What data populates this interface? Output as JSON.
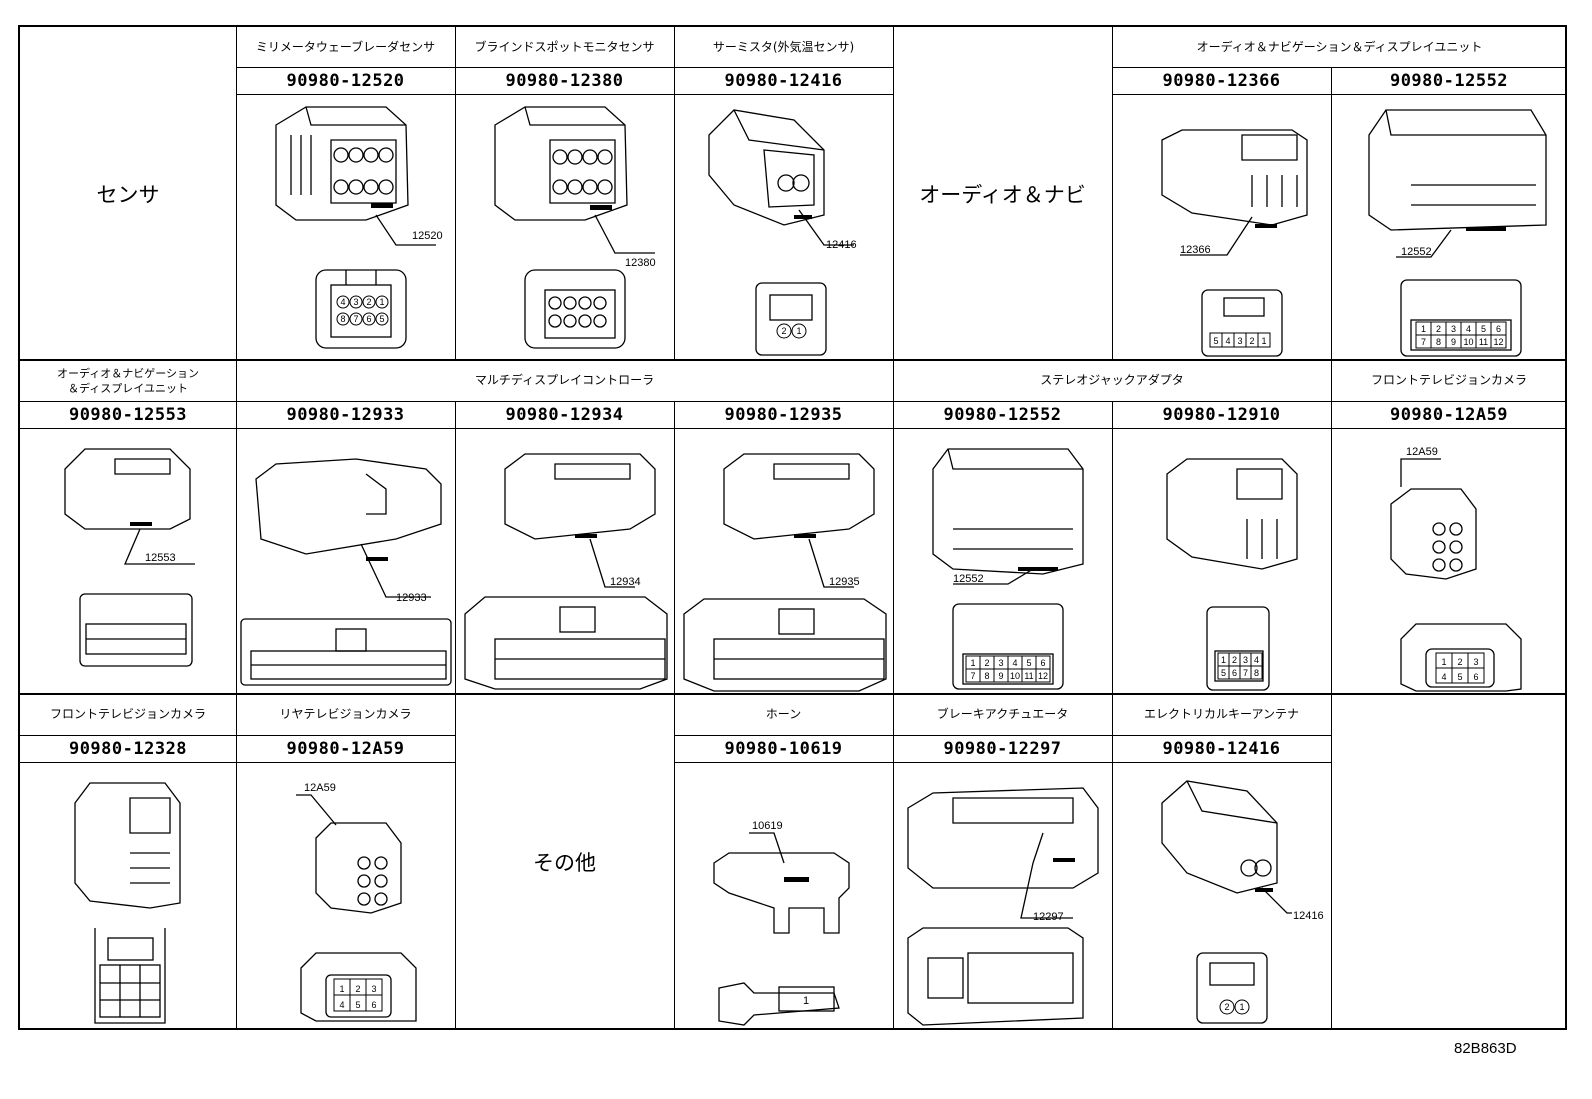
{
  "figure_id": "82B863D",
  "categories": {
    "sensor": "センサ",
    "audio_navi": "オーディオ＆ナビ",
    "other": "その他"
  },
  "row1": [
    {
      "title": "ミリメータウェーブレーダセンサ",
      "part": "90980-12520",
      "code": "12520",
      "pins_top": [
        "4",
        "3",
        "2",
        "1"
      ],
      "pins_bottom": [
        "8",
        "7",
        "6",
        "5"
      ]
    },
    {
      "title": "ブラインドスポットモニタセンサ",
      "part": "90980-12380",
      "code": "12380"
    },
    {
      "title": "サーミスタ(外気温センサ)",
      "part": "90980-12416",
      "code": "12416",
      "pins": [
        "2",
        "1"
      ]
    },
    {
      "title": "オーディオ＆ナビゲーション＆ディスプレイユニット",
      "parts": [
        {
          "part": "90980-12366",
          "code": "12366",
          "pins": [
            "5",
            "4",
            "3",
            "2",
            "1"
          ]
        },
        {
          "part": "90980-12552",
          "code": "12552",
          "pins_top": [
            "1",
            "2",
            "3",
            "4",
            "5",
            "6"
          ],
          "pins_bottom": [
            "7",
            "8",
            "9",
            "10",
            "11",
            "12"
          ]
        }
      ]
    }
  ],
  "row2": [
    {
      "title": "オーディオ＆ナビゲーション\n＆ディスプレイユニット",
      "part": "90980-12553",
      "code": "12553"
    },
    {
      "title": "マルチディスプレイコントローラ",
      "parts": [
        {
          "part": "90980-12933",
          "code": "12933"
        },
        {
          "part": "90980-12934",
          "code": "12934"
        },
        {
          "part": "90980-12935",
          "code": "12935"
        }
      ]
    },
    {
      "title": "ステレオジャックアダプタ",
      "parts": [
        {
          "part": "90980-12552",
          "code": "12552",
          "pins_top": [
            "1",
            "2",
            "3",
            "4",
            "5",
            "6"
          ],
          "pins_bottom": [
            "7",
            "8",
            "9",
            "10",
            "11",
            "12"
          ]
        },
        {
          "part": "90980-12910",
          "code": "",
          "pins_top": [
            "1",
            "2",
            "3",
            "4"
          ],
          "pins_bottom": [
            "5",
            "6",
            "7",
            "8"
          ]
        }
      ]
    },
    {
      "title": "フロントテレビジョンカメラ",
      "part": "90980-12A59",
      "code": "12A59",
      "pins_top": [
        "1",
        "2",
        "3"
      ],
      "pins_bottom": [
        "4",
        "5",
        "6"
      ]
    }
  ],
  "row3": [
    {
      "title": "フロントテレビジョンカメラ",
      "part": "90980-12328"
    },
    {
      "title": "リヤテレビジョンカメラ",
      "part": "90980-12A59",
      "code": "12A59",
      "pins_top": [
        "1",
        "2",
        "3"
      ],
      "pins_bottom": [
        "4",
        "5",
        "6"
      ]
    },
    {
      "title": "ホーン",
      "part": "90980-10619",
      "code": "10619",
      "pin": "1"
    },
    {
      "title": "ブレーキアクチュエータ",
      "part": "90980-12297",
      "code": "12297"
    },
    {
      "title": "エレクトリカルキーアンテナ",
      "part": "90980-12416",
      "code": "12416",
      "pins": [
        "2",
        "1"
      ]
    }
  ]
}
